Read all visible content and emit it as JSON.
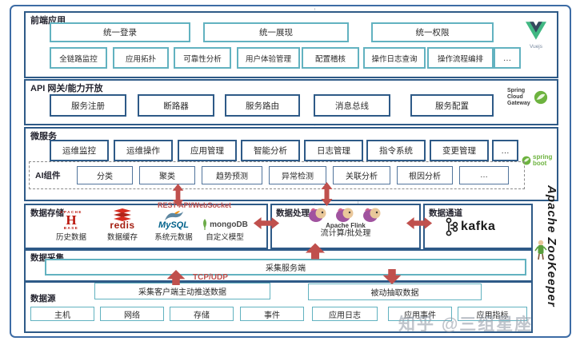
{
  "frontend": {
    "title": "前端应用",
    "row1": [
      "统一登录",
      "统一展现",
      "统一权限"
    ],
    "row2": [
      "全链路监控",
      "应用拓扑",
      "可靠性分析",
      "用户体验管理",
      "配置稽核",
      "操作日志查询",
      "操作流程编排",
      "…"
    ],
    "vue_caption": "Vuejs"
  },
  "gateway": {
    "title": "API 网关/能力开放",
    "items": [
      "服务注册",
      "断路器",
      "服务路由",
      "消息总线",
      "服务配置"
    ],
    "logo_lines": [
      "Spring",
      "Cloud",
      "Gateway"
    ]
  },
  "microservices": {
    "title": "微服务",
    "items": [
      "运维监控",
      "运维操作",
      "应用管理",
      "智能分析",
      "日志管理",
      "指令系统",
      "变更管理",
      "…"
    ],
    "spring_boot": "spring boot",
    "ai": {
      "title": "AI组件",
      "items": [
        "分类",
        "聚类",
        "趋势预测",
        "异常检测",
        "关联分析",
        "根因分析",
        "…"
      ]
    }
  },
  "storage": {
    "title": "数据存储",
    "api_label": "REST API/WebSocket",
    "logos": {
      "hbase_top": "APACHE",
      "hbase_mid": "H",
      "hbase_bottom": "BASE",
      "redis": "redis",
      "mysql": "MySQL",
      "mongodb": "mongoDB"
    },
    "items": [
      {
        "logo": "HBase",
        "caption": "历史数据"
      },
      {
        "logo": "redis",
        "caption": "数据缓存"
      },
      {
        "logo": "MySQL",
        "caption": "系统元数据"
      },
      {
        "logo": "mongoDB",
        "caption": "自定义模型"
      }
    ]
  },
  "processing": {
    "title": "数据处理",
    "flink_label": "Apache Flink",
    "caption": "流计算/批处理"
  },
  "channel": {
    "title": "数据通道",
    "kafka_label": "kafka"
  },
  "collection": {
    "title": "数据采集",
    "server_bar": "采集服务端",
    "protocol": "TCP/UDP",
    "push_label": "采集客户端主动推送数据",
    "pull_label": "被动抽取数据"
  },
  "sources": {
    "title": "数据源",
    "items": [
      "主机",
      "网络",
      "存储",
      "事件",
      "应用日志",
      "应用事件",
      "应用指标"
    ]
  },
  "zookeeper": {
    "label": "Apache ZooKeeper"
  },
  "watermark": "知乎 @三组星座",
  "colors": {
    "accent_red": "#c0504d",
    "teal_border": "#62b2c0",
    "dark_blue_border": "#2e5a87",
    "spring_green": "#6db33f",
    "vue_green": "#41b883",
    "hbase_red": "#ba160c",
    "redis_red": "#d82c20"
  }
}
